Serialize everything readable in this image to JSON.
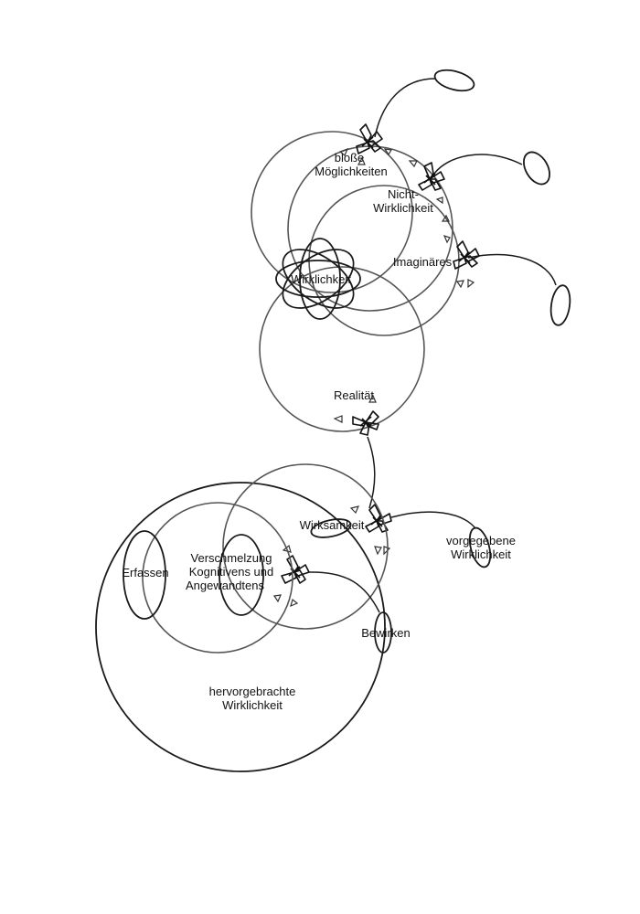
{
  "diagram": {
    "labels": {
      "blosse_moeglichkeiten_1": "bloße",
      "blosse_moeglichkeiten_2": "Möglichkeiten",
      "nicht_wirklichkeit_1": "Nicht-",
      "nicht_wirklichkeit_2": "Wirklichkeit",
      "imaginaeres": "Imaginäres",
      "wirklichkeit": "Wirklichkeit",
      "realitaet": "Realität",
      "wirksamkeit": "Wirksamkeit",
      "vorgegebene_1": "vorgegebene",
      "vorgegebene_2": "Wirklichkeit",
      "erfassen": "Erfassen",
      "verschmelzung_1": "Verschmelzung",
      "verschmelzung_2": "Kognitivens und",
      "verschmelzung_3": "Angewandtens",
      "bewirken": "Bewirken",
      "hervorgebrachte_1": "hervorgebrachte",
      "hervorgebrachte_2": "Wirklichkeit"
    },
    "colors": {
      "line": "#1a1a1a",
      "ring": "#555555",
      "background": "#ffffff"
    }
  }
}
